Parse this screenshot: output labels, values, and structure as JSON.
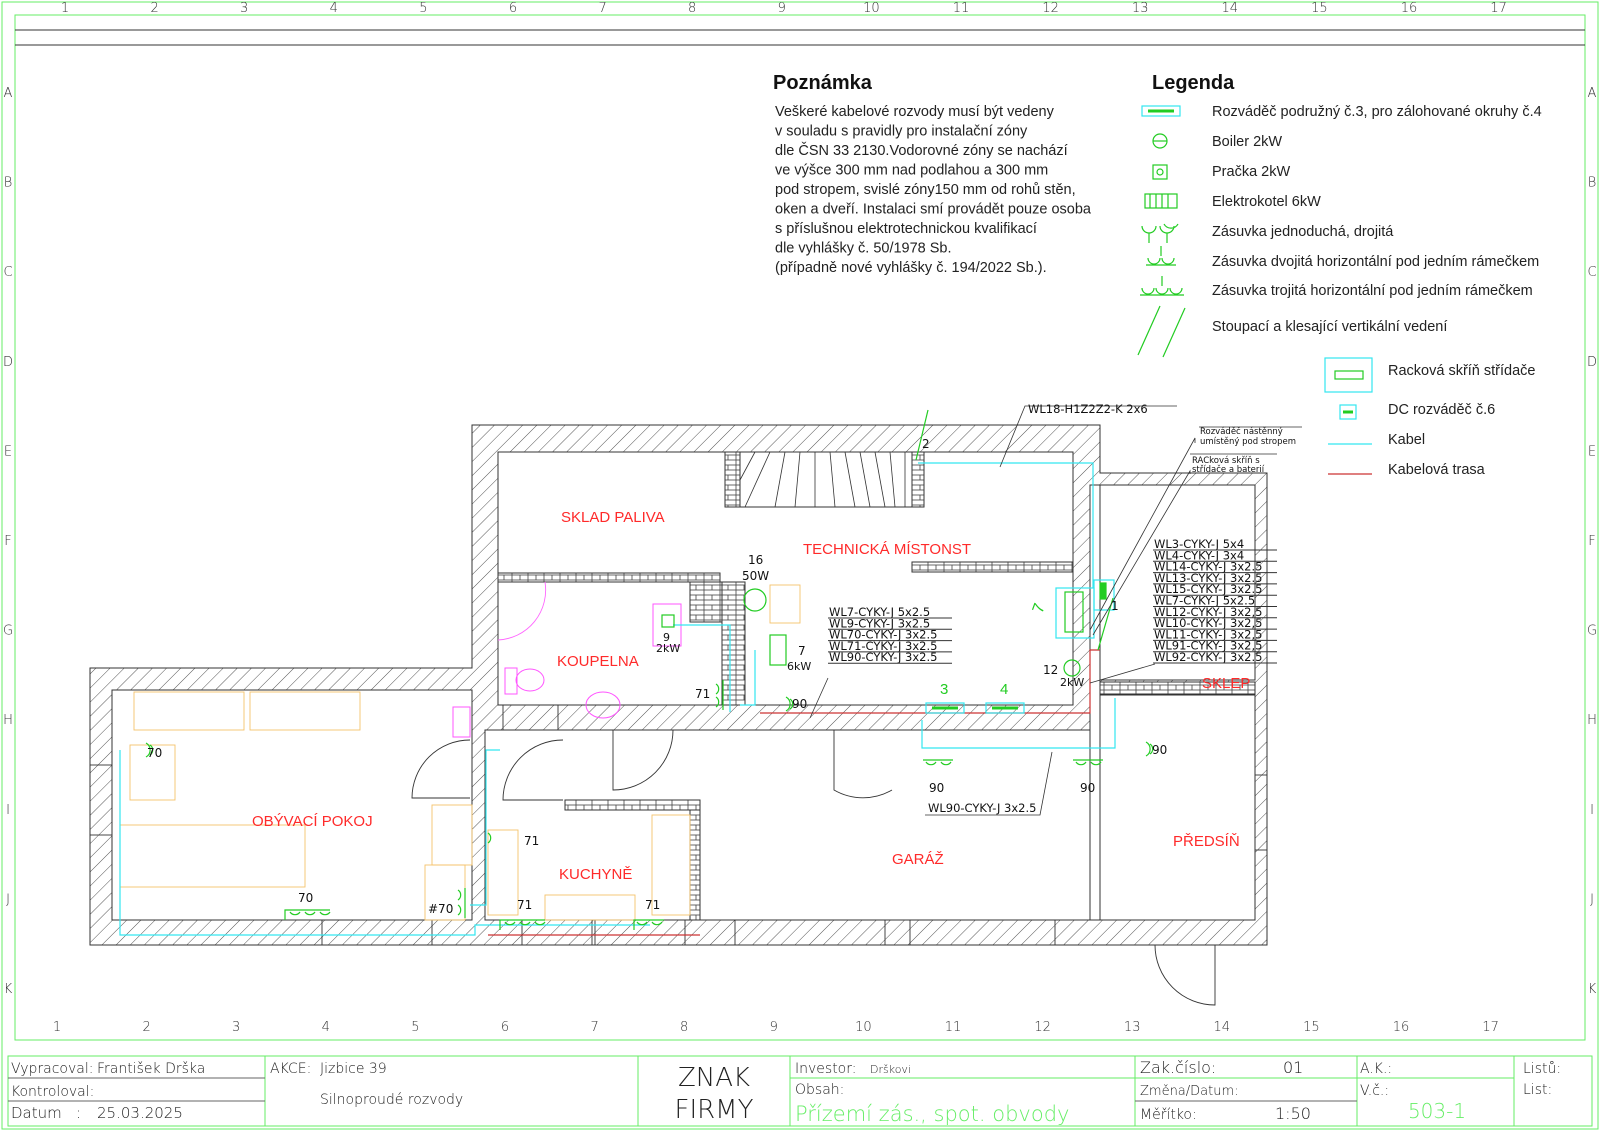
{
  "ruler": {
    "columns": [
      "1",
      "2",
      "3",
      "4",
      "5",
      "6",
      "7",
      "8",
      "9",
      "10",
      "11",
      "12",
      "13",
      "14",
      "15",
      "16",
      "17"
    ],
    "rows": [
      "A",
      "B",
      "C",
      "D",
      "E",
      "F",
      "G",
      "H",
      "I",
      "J",
      "K"
    ]
  },
  "note": {
    "title": "Poznámka",
    "lines": [
      "Veškeré kabelové rozvody musí být vedeny",
      "v souladu s pravidly pro instalační zóny",
      "dle ČSN 33 2130.Vodorovné zóny se nachází",
      "ve výšce 300 mm nad podlahou a 300 mm",
      "pod stropem, svislé zóny150 mm od rohů stěn,",
      "oken a dveří. Instalaci smí provádět pouze osoba",
      "s příslušnou elektrotechnickou kvalifikací",
      "dle vyhlášky č. 50/1978 Sb.",
      "(případně nové vyhlášky č. 194/2022 Sb.)."
    ]
  },
  "legend": {
    "title": "Legenda",
    "items": [
      {
        "icon": "distribution-board-icon",
        "label": "Rozváděč podružný č.3, pro zálohované okruhy č.4"
      },
      {
        "icon": "boiler-icon",
        "label": "Boiler 2kW"
      },
      {
        "icon": "washer-icon",
        "label": "Pračka 2kW"
      },
      {
        "icon": "electric-boiler-icon",
        "label": "Elektrokotel 6kW"
      },
      {
        "icon": "socket-single-double-icon",
        "label": "Zásuvka jednoduchá, drojitá"
      },
      {
        "icon": "socket-double-horizontal-icon",
        "label": "Zásuvka dvojitá horizontální pod jedním rámečkem"
      },
      {
        "icon": "socket-triple-horizontal-icon",
        "label": "Zásuvka trojitá horizontální pod jedním rámečkem"
      },
      {
        "icon": "vertical-riser-icon",
        "label": "Stoupací a klesající vertikální vedení"
      },
      {
        "icon": "inverter-rack-icon",
        "label": "Racková skříň střídače"
      },
      {
        "icon": "dc-board-icon",
        "label": "DC rozváděč č.6"
      },
      {
        "icon": "cable-line-icon",
        "label": "Kabel"
      },
      {
        "icon": "cable-route-icon",
        "label": "Kabelová trasa"
      }
    ]
  },
  "rooms": {
    "sklad": "SKLAD PALIVA",
    "technicka": "TECHNICKÁ MÍSTONST",
    "koupelna": "KOUPELNA",
    "sklep": "SKLEP",
    "obyvaci": "OBÝVACÍ POKOJ",
    "kuchyne": "KUCHYNĚ",
    "garaz": "GARÁŽ",
    "predsin": "PŘEDSÍŇ"
  },
  "callouts": {
    "wl18": "WL18-H1Z2Z2-K  2x6",
    "board_wall": [
      "Rozváděč nástěnný",
      "umístěný pod stropem"
    ],
    "rack": [
      "RACková skříň s",
      "střídače a baterií"
    ],
    "wl90_garage": "WL90-CYKY-J  3x2.5"
  },
  "cables_right": [
    "WL3-CYKY-J  5x4",
    "WL4-CYKY-J  3x4",
    "WL14-CYKY-J  3x2.5",
    "WL13-CYKY-J  3x2.5",
    "WL15-CYKY-J  3x2.5",
    "WL7-CYKY-J  5x2.5",
    "WL12-CYKY-J  3x2,5",
    "WL10-CYKY-J  3x2,5",
    "WL11-CYKY-J  3x2,5",
    "WL91-CYKY-J  3x2,5",
    "WL92-CYKY-J  3x2.5"
  ],
  "cables_center": [
    "WL7-CYKY-J  5x2.5",
    "WL9-CYKY-J  3x2.5",
    "WL70-CYKY-J  3x2.5",
    "WL71-CYKY-J  3x2.5",
    "WL90-CYKY-J  3x2.5"
  ],
  "fixtures": {
    "boiler_num": "16",
    "boiler_pow": "50W",
    "washer_num": "9",
    "washer_pow": "2kW",
    "ekotel_num": "7",
    "ekotel_pow": "6kW",
    "boiler2_num": "12",
    "boiler2_pow": "2kW",
    "riser_top": "2",
    "riser_board": "1",
    "rack_num": "7",
    "board3": "3",
    "board4": "4",
    "s71_bath": "71",
    "s90_tech": "90",
    "s70_living": "70",
    "s70_bottom": "70",
    "s70_hash": "#70",
    "s71_kitchen_left": "71",
    "s71_kitchen_mid": "71",
    "s71_kitchen_right": "71",
    "s90_garage_left": "90",
    "s90_garage_right": "90",
    "s90_hall": "90"
  },
  "title_block": {
    "vypracoval_label": "Vypracoval:",
    "vypracoval": "František Drška",
    "kontroloval_label": "Kontroloval:",
    "datum_label": "Datum   :",
    "datum": "25.03.2025",
    "akce_label": "AKCE:",
    "akce": "Jizbice 39",
    "popis": "Silnoproudé rozvody",
    "logo": [
      "ZNAK",
      "FIRMY"
    ],
    "investor_label": "Investor:",
    "investor": "Drškovi",
    "obsah_label": "Obsah:",
    "obsah": "Přízemí zás., spot. obvody",
    "zak_label": "Zak.číslo:",
    "zak": "01",
    "zmena_label": "Změna/Datum:",
    "meritko_label": "Měřítko:",
    "meritko": "1:50",
    "ak_label": "A.K.:",
    "vc_label": "V.č.:",
    "vc": "503-1",
    "listu_label": "Listů:",
    "list_label": "List:"
  },
  "colors": {
    "frame": "#66ee66",
    "cable": "#33e6f0",
    "route": "#cc3333",
    "room": "#ff2a2a",
    "symbol": "#22cc22"
  }
}
